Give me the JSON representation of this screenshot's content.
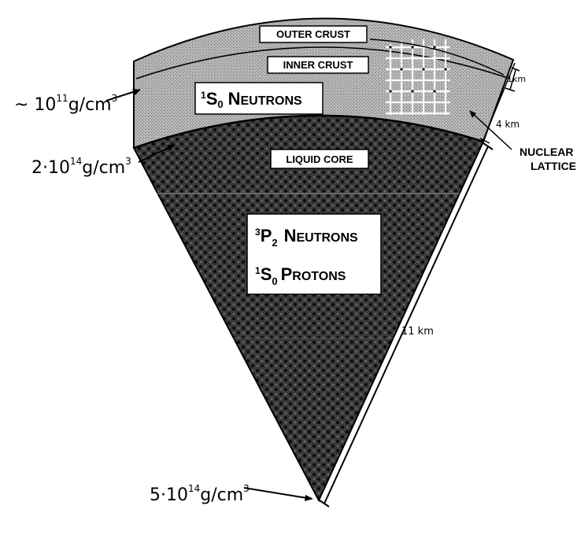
{
  "layers": {
    "outer_crust": "OUTER CRUST",
    "inner_crust": "INNER CRUST",
    "liquid_core": "LIQUID CORE"
  },
  "crust_box": {
    "state_sup": "1",
    "state_letter": "S",
    "state_sub": "0",
    "particle_cap": "N",
    "particle_rest": "EUTRONS"
  },
  "core_box": {
    "line1": {
      "state_sup": "3",
      "state_letter": "P",
      "state_sub": "2",
      "particle_cap": "N",
      "particle_rest": "EUTRONS"
    },
    "line2": {
      "state_sup": "1",
      "state_letter": "S",
      "state_sub": "0",
      "particle_cap": "P",
      "particle_rest": "ROTONS"
    }
  },
  "densities": {
    "crust_base": {
      "prefix": "~ 10",
      "exp": "11",
      "unit": "g/cm",
      "unit_exp": "3"
    },
    "core_boundary": {
      "prefix": "2·10",
      "exp": "14",
      "unit": "g/cm",
      "unit_exp": "3"
    },
    "center": {
      "prefix": "5·10",
      "exp": "14",
      "unit": "g/cm",
      "unit_exp": "3"
    }
  },
  "dimensions": {
    "outer_crust_thickness": "1km",
    "crust_thickness": "4 km",
    "core_radius": "11 km"
  },
  "lattice_label": {
    "line1": "NUCLEAR",
    "line2": "LATTICE"
  },
  "colors": {
    "crust_fill": "#a9a9a9",
    "core_fill": "#2e2e2e",
    "label_box": "#ffffff",
    "ink": "#000000"
  }
}
